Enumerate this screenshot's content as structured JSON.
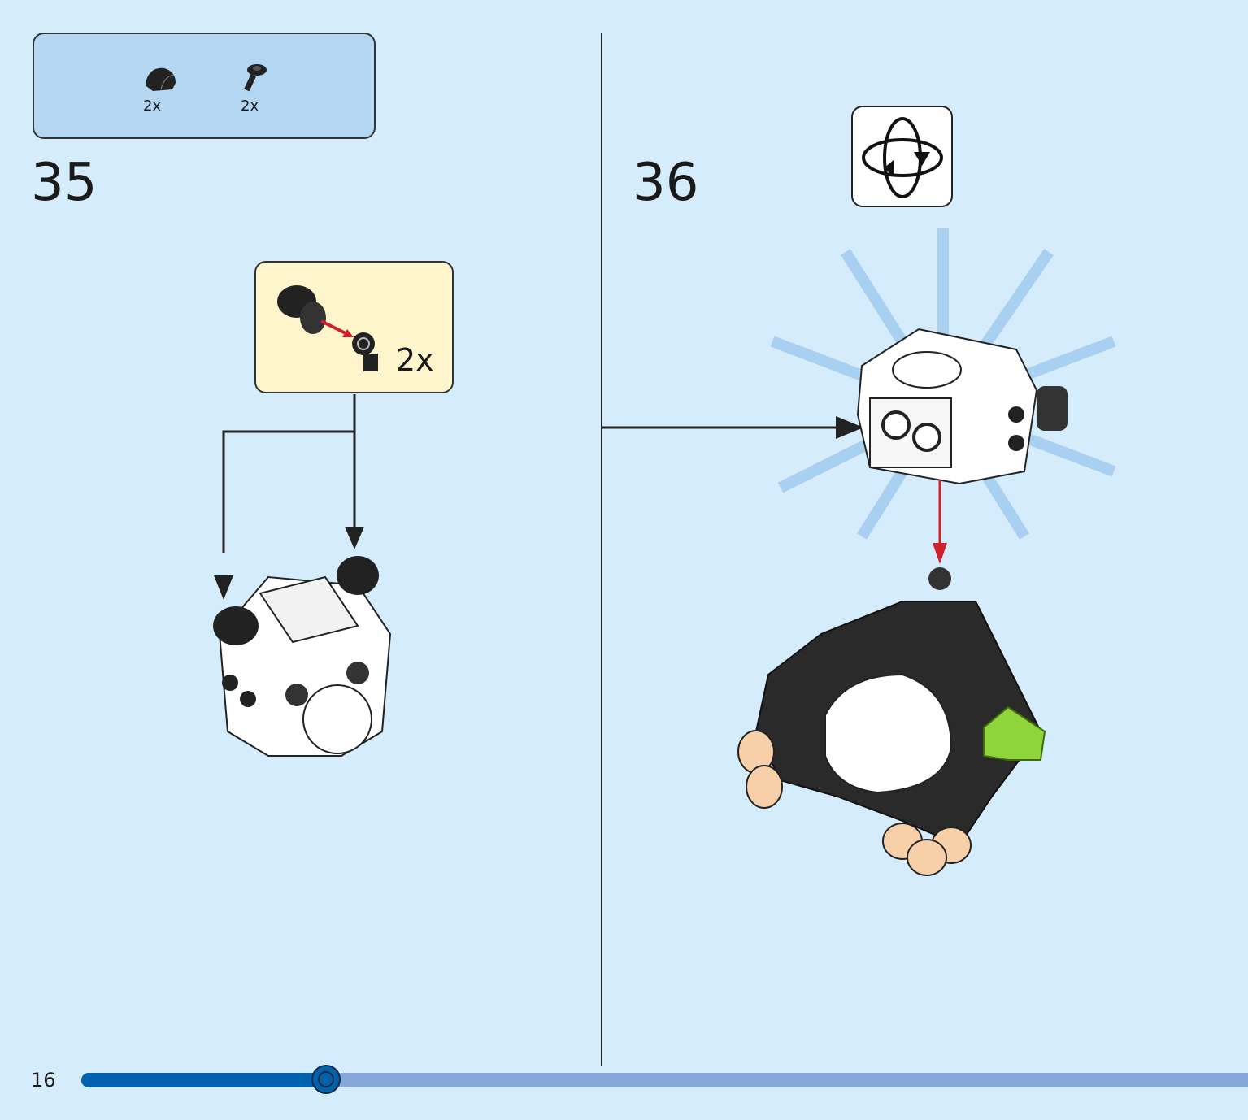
{
  "parts_list": {
    "items": [
      {
        "part": "black-curved-slope-brick",
        "quantity": "2x"
      },
      {
        "part": "black-clip-plate",
        "quantity": "2x"
      }
    ]
  },
  "steps": [
    {
      "number": "35",
      "callout": {
        "quantity": "2x"
      }
    },
    {
      "number": "36",
      "rotate_icon": "rotate-model-icon"
    }
  ],
  "footer": {
    "page_number": "16",
    "progress": 0.21
  },
  "colors": {
    "background": "#d4ecfb",
    "parts_box": "#b3d7f3",
    "callout": "#fff5cc",
    "progress_fill": "#0062ad",
    "progress_track": "#86a8d8",
    "arrow_red": "#d0202a"
  }
}
